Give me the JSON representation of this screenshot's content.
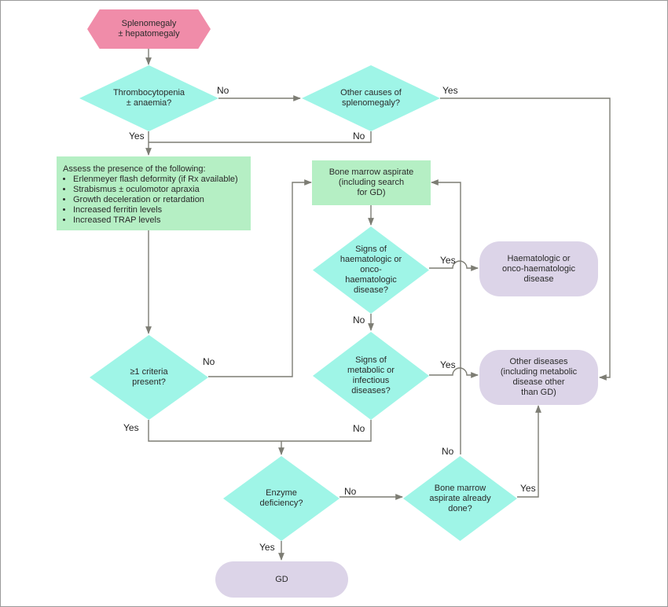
{
  "nodes": {
    "start": "Splenomegaly\n± hepatomegaly",
    "thrombo": "Thrombocytopenia\n± anaemia?",
    "other_causes": "Other causes of\nsplenomegaly?",
    "assess": {
      "heading": "Assess the presence of the following:",
      "items": [
        "Erlenmeyer flash deformity (if Rx available)",
        "Strabismus ± oculomotor apraxia",
        "Growth deceleration or retardation",
        "Increased ferritin levels",
        "Increased TRAP levels"
      ]
    },
    "bone_marrow": "Bone marrow aspirate\n(including search\nfor GD)",
    "signs_haem": "Signs of\nhaematologic or\nonco-haematologic\ndisease?",
    "haem_disease": "Haematologic or\nonco-haematologic\ndisease",
    "signs_metab": "Signs of\nmetabolic or\ninfectious\ndiseases?",
    "other_diseases": "Other diseases\n(including metabolic\ndisease other\nthan GD)",
    "criteria": "≥1 criteria\npresent?",
    "enzyme": "Enzyme\ndeficiency?",
    "bm_done": "Bone marrow\naspirate already\ndone?",
    "gd": "GD"
  },
  "labels": {
    "thrombo_no": "No",
    "other_yes": "Yes",
    "other_no": "No",
    "thrombo_yes": "Yes",
    "criteria_no": "No",
    "criteria_yes": "Yes",
    "haem_yes": "Yes",
    "haem_no": "No",
    "metab_yes": "Yes",
    "metab_no": "No",
    "enzyme_no": "No",
    "enzyme_yes": "Yes",
    "bm_done_no": "No",
    "bm_done_yes": "Yes"
  },
  "colors": {
    "decision": "#9ff5e7",
    "start": "#f08ca9",
    "process": "#b5efc4",
    "terminal": "#dcd4e8",
    "connector": "#7d7d74"
  }
}
